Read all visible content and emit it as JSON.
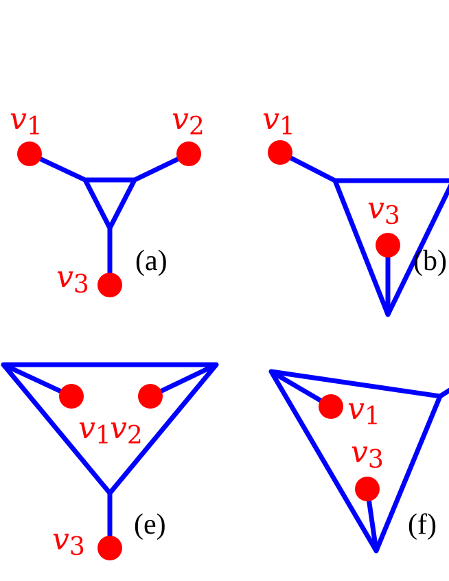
{
  "diagram": {
    "panels": [
      {
        "id": "a",
        "label": "(a)",
        "vertices": [
          {
            "name": "v",
            "sub": "1"
          },
          {
            "name": "v",
            "sub": "2"
          },
          {
            "name": "v",
            "sub": "3"
          }
        ]
      },
      {
        "id": "b",
        "label": "(b)",
        "vertices": [
          {
            "name": "v",
            "sub": "1"
          },
          {
            "name": "v",
            "sub": "3"
          }
        ]
      },
      {
        "id": "e",
        "label": "(e)",
        "vertices": [
          {
            "name": "v",
            "sub": "1"
          },
          {
            "name": "v",
            "sub": "2"
          },
          {
            "name": "v",
            "sub": "3"
          }
        ]
      },
      {
        "id": "f",
        "label": "(f)",
        "vertices": [
          {
            "name": "v",
            "sub": "1"
          },
          {
            "name": "v",
            "sub": "3"
          }
        ]
      }
    ],
    "colors": {
      "edge": "#0000ff",
      "vertex": "#ff0000",
      "vertex_label": "#ff0000",
      "panel_label": "#000000"
    }
  }
}
